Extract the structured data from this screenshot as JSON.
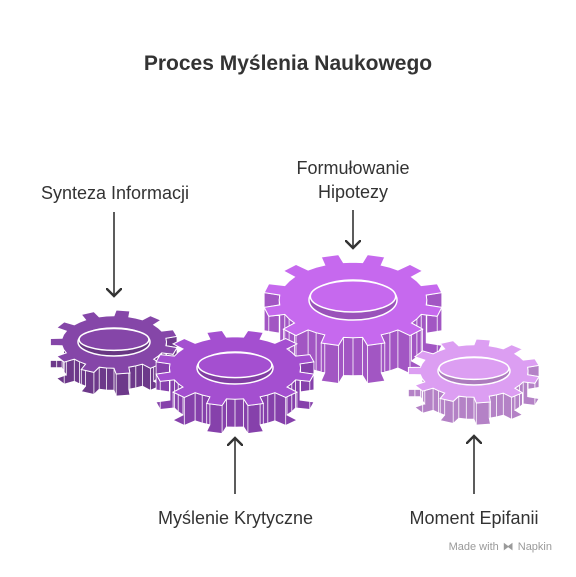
{
  "title": "Proces Myślenia Naukowego",
  "labels": {
    "synteza": "Synteza Informacji",
    "hipoteza_line1": "Formułowanie",
    "hipoteza_line2": "Hipotezy",
    "krytyczne": "Myślenie Krytyczne",
    "epifanii": "Moment Epifanii"
  },
  "footer": {
    "made_with": "Made with",
    "brand": "Napkin"
  },
  "colors": {
    "gear_dark": "#8546a8",
    "gear_mid": "#a44fd0",
    "gear_big": "#c669ee",
    "gear_light": "#dc9ef2",
    "text": "#333333"
  }
}
